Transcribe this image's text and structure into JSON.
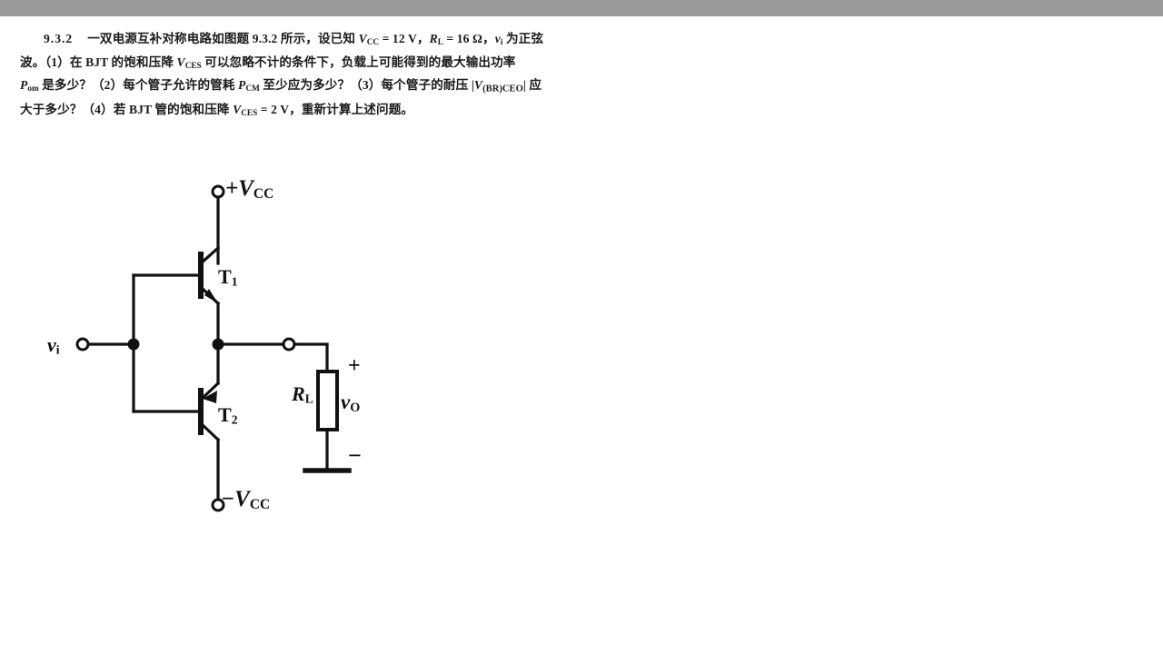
{
  "page": {
    "scan_bar_color": "#9a9a9a",
    "background_color": "#ffffff",
    "ink_color": "#1a1a1a"
  },
  "problem": {
    "number": "9.3.2",
    "line1_a": "一双电源互补对称电路如图题 9.3.2 所示，设已知 ",
    "line1_vcc": "V",
    "line1_vcc_sub": "CC",
    "line1_b": " = 12 V，",
    "line1_rl": "R",
    "line1_rl_sub": "L",
    "line1_c": " = 16 Ω，",
    "line1_vi": "v",
    "line1_vi_sub": "i",
    "line1_d": " 为正弦",
    "line2_a": "波。（1）在 BJT 的饱和压降 ",
    "line2_vces": "V",
    "line2_vces_sub": "CES",
    "line2_b": " 可以忽略不计的条件下，负载上可能得到的最大输出功率",
    "line3_pom": "P",
    "line3_pom_sub": "om",
    "line3_a": " 是多少？（2）每个管子允许的管耗 ",
    "line3_pcm": "P",
    "line3_pcm_sub": "CM",
    "line3_b": " 至少应为多少？（3）每个管子的耐压 |",
    "line3_vbr": "V",
    "line3_vbr_sub": "(BR)CEO",
    "line3_c": "| 应",
    "line4_a": "大于多少？（4）若 BJT 管的饱和压降 ",
    "line4_vces": "V",
    "line4_vces_sub": "CES",
    "line4_b": " = 2 V，重新计算上述问题。"
  },
  "circuit": {
    "title": "dual-supply complementary symmetry push-pull output stage",
    "supply_positive": "+V",
    "supply_positive_sub": "CC",
    "supply_negative": "−V",
    "supply_negative_sub": "CC",
    "transistor_1": "T",
    "transistor_1_sub": "1",
    "transistor_1_type": "NPN",
    "transistor_2": "T",
    "transistor_2_sub": "2",
    "transistor_2_type": "PNP",
    "input_label": "v",
    "input_label_sub": "i",
    "load_label": "R",
    "load_label_sub": "L",
    "output_label": "v",
    "output_label_sub": "O",
    "polarity_plus": "+",
    "polarity_minus": "−"
  }
}
